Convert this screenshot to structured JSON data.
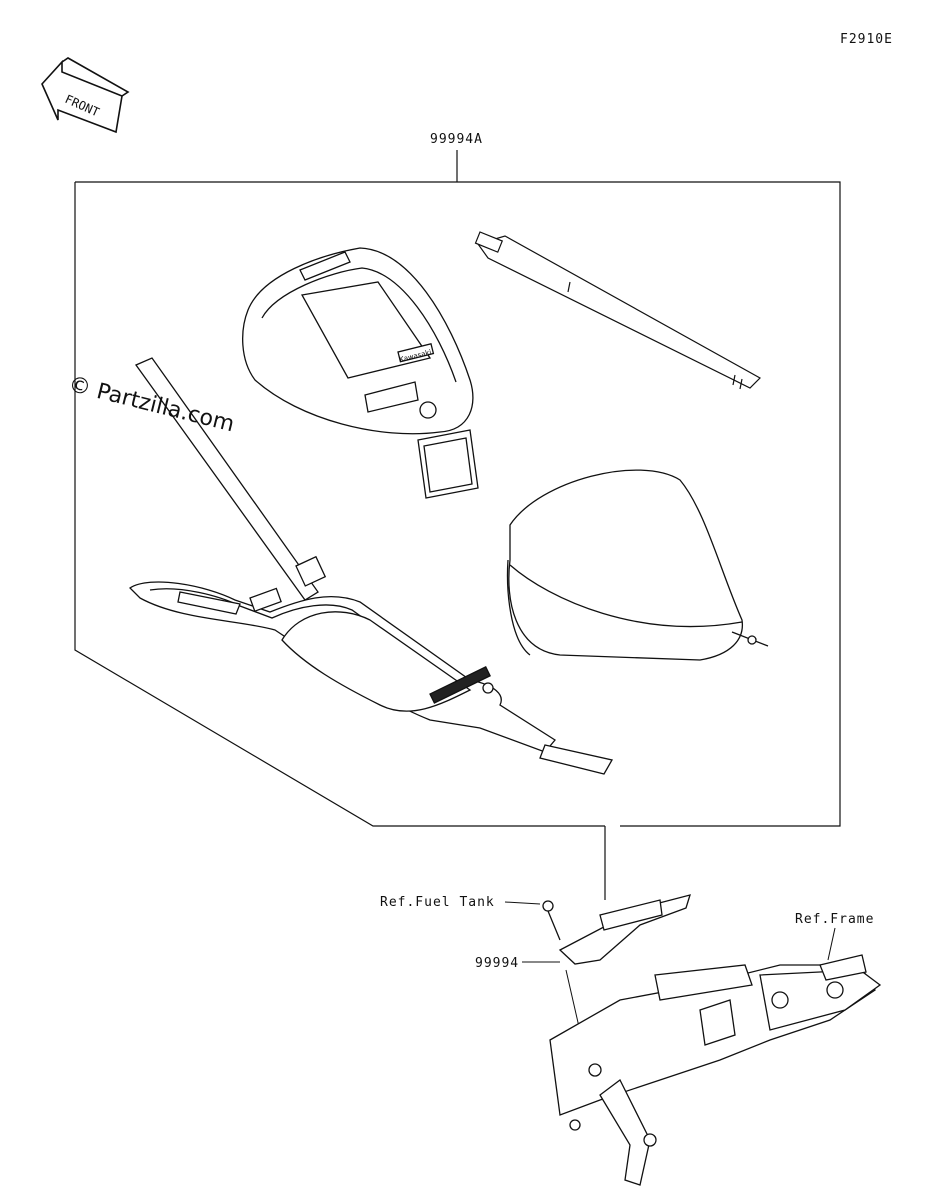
{
  "diagram": {
    "code": "F2910E",
    "front_label": "FRONT",
    "watermark": "© Partzilla.com",
    "kit_part_number": "99994A",
    "bracket_part_number": "99994",
    "ref_fuel_tank": "Ref.Fuel Tank",
    "ref_frame": "Ref.Frame",
    "brand_mark": "Kawasaki"
  }
}
